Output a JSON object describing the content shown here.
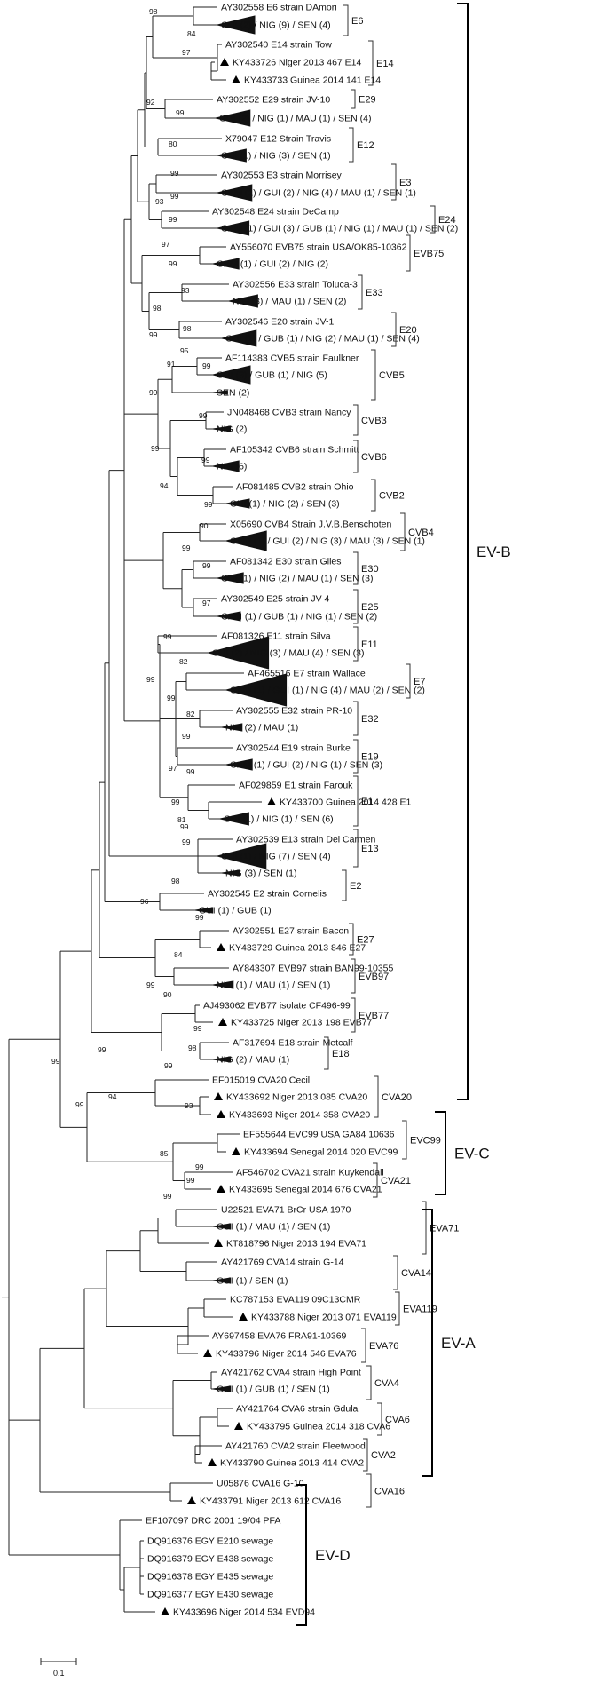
{
  "figure": {
    "leaves": [
      {
        "label": "AY302558 E6 strain DAmori",
        "marker": "none"
      },
      {
        "label": "GUI (2) / NIG (9) / SEN (4)",
        "marker": "none"
      },
      {
        "label": "AY302540 E14 strain Tow",
        "marker": "none"
      },
      {
        "label": "KY433726 Niger 2013 467 E14",
        "marker": "triangle"
      },
      {
        "label": "KY433733 Guinea 2014 141 E14",
        "marker": "triangle"
      },
      {
        "label": "AY302552 E29 strain JV-10",
        "marker": "none"
      },
      {
        "label": "GUI (2) / NIG (1) / MAU (1) / SEN (4)",
        "marker": "none"
      },
      {
        "label": "X79047 E12 Strain Travis",
        "marker": "none"
      },
      {
        "label": "GUI (1) / NIG (3) / SEN (1)",
        "marker": "none"
      },
      {
        "label": "AY302553 E3 strain Morrisey",
        "marker": "none"
      },
      {
        "label": "GAM (1) / GUI (2) / NIG (4) / MAU (1) / SEN (1)",
        "marker": "none"
      },
      {
        "label": "AY302548 E24 strain DeCamp",
        "marker": "none"
      },
      {
        "label": "GAM (1) / GUI (3) / GUB (1) / NIG (1) / MAU (1) / SEN (2)",
        "marker": "none"
      },
      {
        "label": "AY556070 EVB75 strain USA/OK85-10362",
        "marker": "none"
      },
      {
        "label": "GAM (1) / GUI (2) / NIG (2)",
        "marker": "none"
      },
      {
        "label": "AY302556 E33 strain Toluca-3",
        "marker": "none"
      },
      {
        "label": "NIG (3) / MAU (1) / SEN (2)",
        "marker": "none"
      },
      {
        "label": "AY302546 E20 strain JV-1",
        "marker": "none"
      },
      {
        "label": "GUI (1) / GUB (1) / NIG (2) / MAU (1) / SEN (4)",
        "marker": "none"
      },
      {
        "label": "AF114383 CVB5 strain Faulkner",
        "marker": "none"
      },
      {
        "label": "GUI (3) / GUB (1) / NIG (5)",
        "marker": "none"
      },
      {
        "label": "SEN (2)",
        "marker": "none"
      },
      {
        "label": "JN048468 CVB3 strain Nancy",
        "marker": "none"
      },
      {
        "label": "NIG (2)",
        "marker": "none"
      },
      {
        "label": "AF105342 CVB6 strain Schmitt",
        "marker": "none"
      },
      {
        "label": "NIG (6)",
        "marker": "none"
      },
      {
        "label": "AF081485 CVB2 strain Ohio",
        "marker": "none"
      },
      {
        "label": "GUI (1) / NIG (2) / SEN (3)",
        "marker": "none"
      },
      {
        "label": "X05690 CVB4 Strain J.V.B.Benschoten",
        "marker": "none"
      },
      {
        "label": "GAM (1) / GUI (2) / NIG (3) / MAU (3) / SEN (1)",
        "marker": "none"
      },
      {
        "label": "AF081342 E30 strain Giles",
        "marker": "none"
      },
      {
        "label": "GUI (1) / NIG (2) / MAU (1) / SEN (3)",
        "marker": "none"
      },
      {
        "label": "AY302549 E25 strain JV-4",
        "marker": "none"
      },
      {
        "label": "GAM (1) / GUB (1) / NIG (1) / SEN (2)",
        "marker": "none"
      },
      {
        "label": "AF081326 E11 strain Silva",
        "marker": "none"
      },
      {
        "label": "GUI (2) / NIG (3) / MAU (4) / SEN (3)",
        "marker": "none"
      },
      {
        "label": "AF465516 E7 strain Wallace",
        "marker": "none"
      },
      {
        "label": "GAM (1) / GUI (1) / NIG (4) / MAU (2) / SEN (2)",
        "marker": "none"
      },
      {
        "label": "AY302555 E32 strain PR-10",
        "marker": "none"
      },
      {
        "label": "NIG (2) / MAU (1)",
        "marker": "none"
      },
      {
        "label": "AY302544 E19 strain Burke",
        "marker": "none"
      },
      {
        "label": "GAM (1) / GUI (2) / NIG (1) / SEN (3)",
        "marker": "none"
      },
      {
        "label": "AF029859 E1 strain Farouk",
        "marker": "none"
      },
      {
        "label": "KY433700 Guinea 2014 428 E1",
        "marker": "triangle"
      },
      {
        "label": "GUI (1) / NIG (1) / SEN (6)",
        "marker": "none"
      },
      {
        "label": "AY302539 E13 strain Del Carmen",
        "marker": "none"
      },
      {
        "label": "GUI (1) / NIG (7) / SEN (4)",
        "marker": "none"
      },
      {
        "label": "NIG (3) / SEN (1)",
        "marker": "none"
      },
      {
        "label": "AY302545 E2 strain Cornelis",
        "marker": "none"
      },
      {
        "label": "GUI (1) / GUB (1)",
        "marker": "none"
      },
      {
        "label": "AY302551 E27 strain Bacon",
        "marker": "none"
      },
      {
        "label": "KY433729 Guinea 2013 846 E27",
        "marker": "triangle"
      },
      {
        "label": "AY843307 EVB97 strain BAN99-10355",
        "marker": "none"
      },
      {
        "label": "NIG (1) / MAU (1) / SEN (1)",
        "marker": "none"
      },
      {
        "label": "AJ493062 EVB77 isolate CF496-99",
        "marker": "none"
      },
      {
        "label": "KY433725 Niger 2013 198 EVB77",
        "marker": "triangle"
      },
      {
        "label": "AF317694 E18 strain Metcalf",
        "marker": "none"
      },
      {
        "label": "NIG (2) / MAU (1)",
        "marker": "none"
      },
      {
        "label": "EF015019 CVA20 Cecil",
        "marker": "none"
      },
      {
        "label": "KY433692 Niger 2013 085 CVA20",
        "marker": "triangle"
      },
      {
        "label": "KY433693 Niger 2014 358 CVA20",
        "marker": "triangle"
      },
      {
        "label": "EF555644 EVC99 USA GA84 10636",
        "marker": "none"
      },
      {
        "label": "KY433694 Senegal 2014 020 EVC99",
        "marker": "triangle"
      },
      {
        "label": "AF546702 CVA21 strain Kuykendall",
        "marker": "none"
      },
      {
        "label": "KY433695 Senegal 2014 676 CVA21",
        "marker": "triangle"
      },
      {
        "label": "U22521 EVA71 BrCr USA 1970",
        "marker": "none"
      },
      {
        "label": "GUI (1) / MAU (1) / SEN (1)",
        "marker": "none"
      },
      {
        "label": "KT818796 Niger 2013 194 EVA71",
        "marker": "triangle"
      },
      {
        "label": "AY421769 CVA14 strain G-14",
        "marker": "none"
      },
      {
        "label": "GUI (1) / SEN (1)",
        "marker": "none"
      },
      {
        "label": "KC787153 EVA119 09C13CMR",
        "marker": "none"
      },
      {
        "label": "KY433788 Niger 2013 071 EVA119",
        "marker": "triangle"
      },
      {
        "label": "AY697458 EVA76 FRA91-10369",
        "marker": "none"
      },
      {
        "label": "KY433796 Niger 2014 546 EVA76",
        "marker": "triangle"
      },
      {
        "label": "AY421762 CVA4 strain High Point",
        "marker": "none"
      },
      {
        "label": "GUI (1) / GUB (1) / SEN (1)",
        "marker": "none"
      },
      {
        "label": "AY421764 CVA6 strain Gdula",
        "marker": "none"
      },
      {
        "label": "KY433795 Guinea 2014 318 CVA6",
        "marker": "triangle"
      },
      {
        "label": "AY421760 CVA2 strain Fleetwood",
        "marker": "none"
      },
      {
        "label": "KY433790 Guinea 2013 414 CVA2",
        "marker": "triangle"
      },
      {
        "label": "U05876 CVA16 G-10",
        "marker": "none"
      },
      {
        "label": "KY433791 Niger 2013 612 CVA16",
        "marker": "triangle"
      },
      {
        "label": "EF107097 DRC 2001 19/04 PFA",
        "marker": "none"
      },
      {
        "label": "DQ916376 EGY E210 sewage",
        "marker": "none"
      },
      {
        "label": "DQ916379 EGY E438 sewage",
        "marker": "none"
      },
      {
        "label": "DQ916378 EGY E435 sewage",
        "marker": "none"
      },
      {
        "label": "DQ916377 EGY E430 sewage",
        "marker": "none"
      },
      {
        "label": "KY433696 Niger 2014 534 EVD94",
        "marker": "triangle"
      }
    ],
    "bootstrap_values": [
      "98",
      "84",
      "97",
      "92",
      "99",
      "80",
      "99",
      "99",
      "93",
      "99",
      "97",
      "99",
      "98",
      "93",
      "95",
      "98",
      "91",
      "99",
      "99",
      "99",
      "99",
      "99",
      "99",
      "99",
      "94",
      "90",
      "99",
      "97",
      "99",
      "82",
      "99",
      "99",
      "99",
      "82",
      "99",
      "97",
      "99",
      "99",
      "81",
      "99",
      "99",
      "98",
      "96",
      "99",
      "84",
      "99",
      "90",
      "99",
      "98",
      "99",
      "99",
      "99",
      "94",
      "93",
      "99",
      "85",
      "99",
      "99",
      "99"
    ],
    "subtype_labels": [
      "E6",
      "E14",
      "E29",
      "E12",
      "E3",
      "E24",
      "EVB75",
      "E33",
      "E20",
      "CVB5",
      "CVB3",
      "CVB6",
      "CVB2",
      "CVB4",
      "E30",
      "E25",
      "E11",
      "E7",
      "E32",
      "E19",
      "E1",
      "E13",
      "E2",
      "E27",
      "EVB97",
      "EVB77",
      "E18",
      "CVA20",
      "EVC99",
      "CVA21",
      "EVA71",
      "CVA14",
      "EVA119",
      "EVA76",
      "CVA4",
      "CVA6",
      "CVA2",
      "CVA16"
    ],
    "species_labels": [
      "EV-B",
      "EV-C",
      "EV-A",
      "EV-D"
    ],
    "scale_bar_label": "0.1"
  }
}
